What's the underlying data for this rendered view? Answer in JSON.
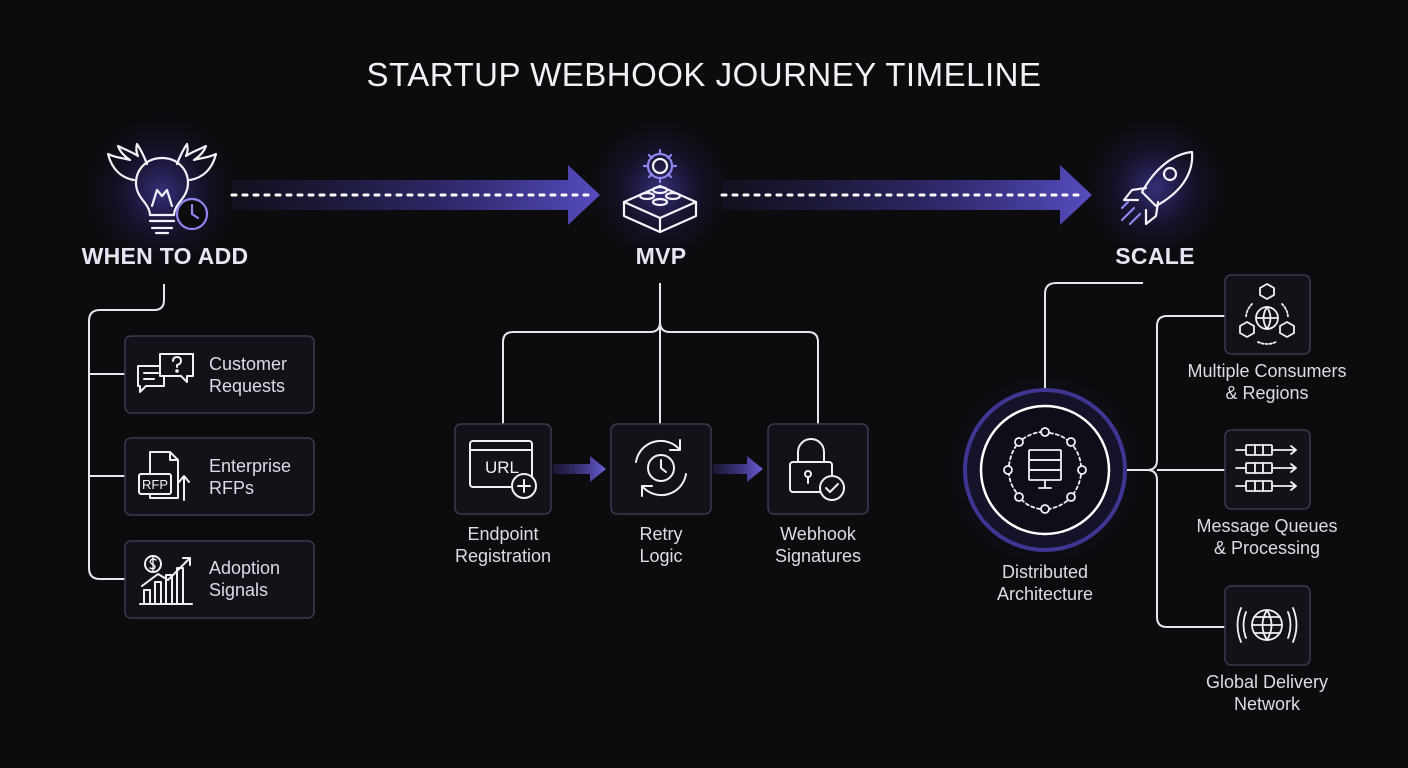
{
  "title": "STARTUP WEBHOOK JOURNEY TIMELINE",
  "phases": {
    "when_to_add": {
      "label": "WHEN TO ADD",
      "items": [
        {
          "line1": "Customer",
          "line2": "Requests"
        },
        {
          "line1": "Enterprise",
          "line2": "RFPs",
          "icon_text": "RFP"
        },
        {
          "line1": "Adoption",
          "line2": "Signals"
        }
      ]
    },
    "mvp": {
      "label": "MVP",
      "items": [
        {
          "line1": "Endpoint",
          "line2": "Registration",
          "icon_text": "URL"
        },
        {
          "line1": "Retry",
          "line2": "Logic"
        },
        {
          "line1": "Webhook",
          "line2": "Signatures"
        }
      ]
    },
    "scale": {
      "label": "SCALE",
      "hub": {
        "line1": "Distributed",
        "line2": "Architecture"
      },
      "items": [
        {
          "line1": "Multiple Consumers",
          "line2": "& Regions"
        },
        {
          "line1": "Message Queues",
          "line2": "& Processing"
        },
        {
          "line1": "Global Delivery",
          "line2": "Network"
        }
      ]
    }
  },
  "colors": {
    "background": "#0c0c0f",
    "accent": "#6a5fd8",
    "card_border": "#3a3a52",
    "line": "#e6e6ef"
  },
  "icons": {
    "when_to_add": "winged-lightbulb-clock-icon",
    "mvp": "building-block-gear-icon",
    "scale": "rocket-icon"
  }
}
